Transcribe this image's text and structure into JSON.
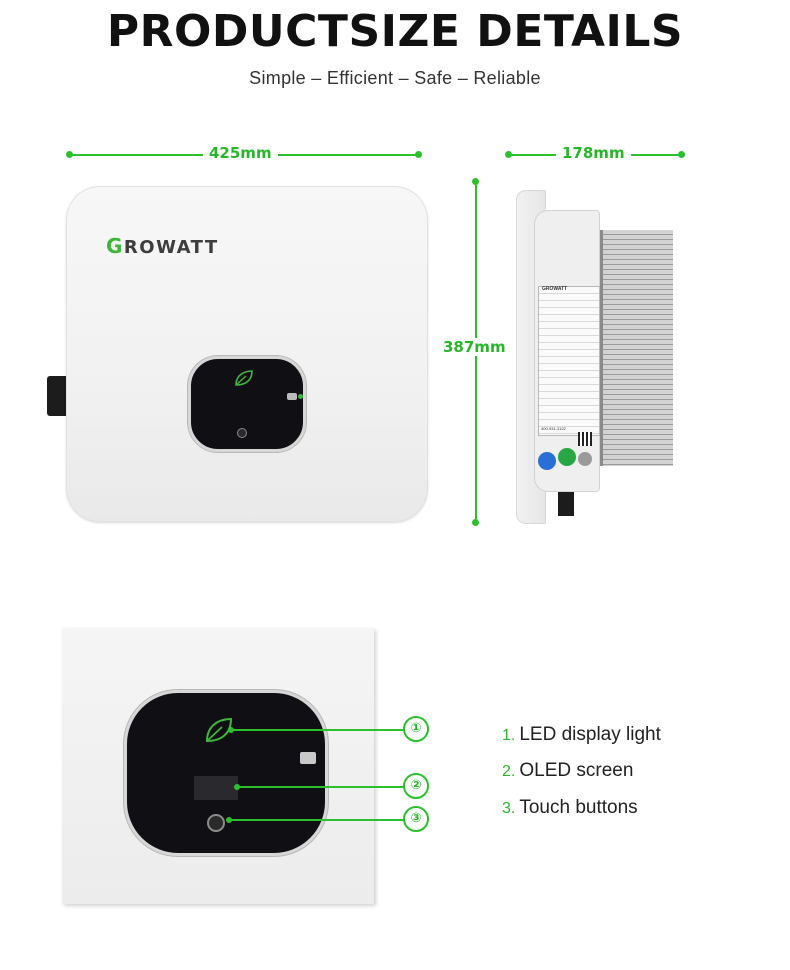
{
  "header": {
    "title": "PRODUCTSIZE DETAILS",
    "subtitle": "Simple – Efficient – Safe – Reliable"
  },
  "dimensions": {
    "width": "425mm",
    "height": "387mm",
    "depth": "178mm"
  },
  "product": {
    "brand_initial": "G",
    "brand_rest": "ROWATT",
    "side_label_brand": "GROWATT",
    "side_label_phone": "400-931-3122"
  },
  "features": [
    {
      "num": "1.",
      "label": "LED display light",
      "marker": "①"
    },
    {
      "num": "2.",
      "label": "OLED screen",
      "marker": "②"
    },
    {
      "num": "3.",
      "label": "Touch buttons",
      "marker": "③"
    }
  ],
  "colors": {
    "accent": "#2cc02e",
    "leaf": "#3fb63b",
    "connector_blue": "#2a6fd6",
    "connector_green": "#27a844"
  }
}
